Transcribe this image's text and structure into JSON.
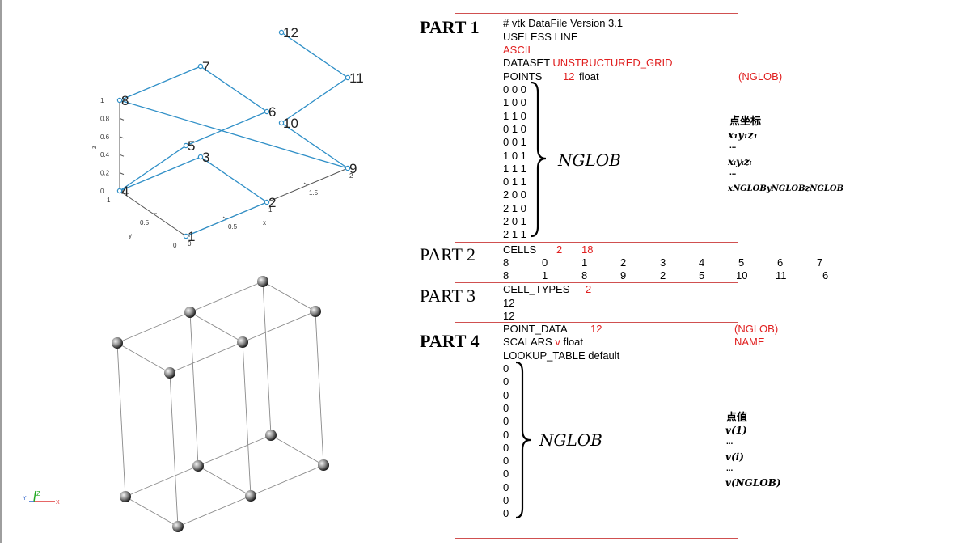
{
  "colors": {
    "accent_red": "#e02020",
    "plot_line": "#2f8fc7",
    "rule": "#d05050"
  },
  "plot3d": {
    "axis_labels": {
      "x": "x",
      "y": "y",
      "z": "z"
    },
    "z_ticks": [
      "1",
      "0.8",
      "0.6",
      "0.4",
      "0.2",
      "0"
    ],
    "x_ticks": [
      "0",
      "0.5",
      "1",
      "1.5",
      "2"
    ],
    "y_ticks": [
      "1",
      "0.5",
      "0"
    ],
    "node_labels": [
      "1",
      "2",
      "3",
      "4",
      "5",
      "6",
      "7",
      "8",
      "9",
      "10",
      "11",
      "12"
    ]
  },
  "triad": {
    "y": "Y",
    "z": "Z",
    "x": "X"
  },
  "part1": {
    "title": "PART 1",
    "header": "# vtk DataFile Version 3.1",
    "useless": "USELESS LINE",
    "ascii": "ASCII",
    "dataset_kw": "DATASET",
    "dataset_val": "UNSTRUCTURED_GRID",
    "points_kw": "POINTS",
    "points_count": "12",
    "points_type": "float",
    "points_note": "(NGLOB)",
    "points": [
      "0 0 0",
      "1 0 0",
      "1 1 0",
      "0 1 0",
      "0 0 1",
      "1 0 1",
      "1 1 1",
      "0 1 1",
      "2 0 0",
      "2 1 0",
      "2 0 1",
      "2 1 1"
    ],
    "brace_label": "NGLOB",
    "coord_title": "点坐标",
    "coord_first": "x₁y₁z₁",
    "coord_mid": "xᵢyᵢzᵢ",
    "coord_last": "xNGLOByNGLOBzNGLOB",
    "ellipsis": "..."
  },
  "part2": {
    "title": "PART 2",
    "cells_kw": "CELLS",
    "cells_n": "2",
    "cells_size": "18",
    "row1": [
      "8",
      "0",
      "1",
      "2",
      "3",
      "4",
      "5",
      "6",
      "7"
    ],
    "row2": [
      "8",
      "1",
      "8",
      "9",
      "2",
      "5",
      "10",
      "11",
      "6"
    ]
  },
  "part3": {
    "title": "PART 3",
    "kw": "CELL_TYPES",
    "n": "2",
    "values": [
      "12",
      "12"
    ]
  },
  "part4": {
    "title": "PART 4",
    "pd_kw": "POINT_DATA",
    "pd_n": "12",
    "pd_note": "(NGLOB)",
    "scalars_kw": "SCALARS",
    "scalars_name": "v",
    "scalars_type": "float",
    "scalars_note": "NAME",
    "lookup": "LOOKUP_TABLE default",
    "values": [
      "0",
      "0",
      "0",
      "0",
      "0",
      "0",
      "0",
      "0",
      "0",
      "0",
      "0",
      "0"
    ],
    "brace_label": "NGLOB",
    "val_title": "点值",
    "val_first": "v(1)",
    "val_mid": "v(i)",
    "val_last": "v(NGLOB)",
    "ellipsis": "..."
  }
}
